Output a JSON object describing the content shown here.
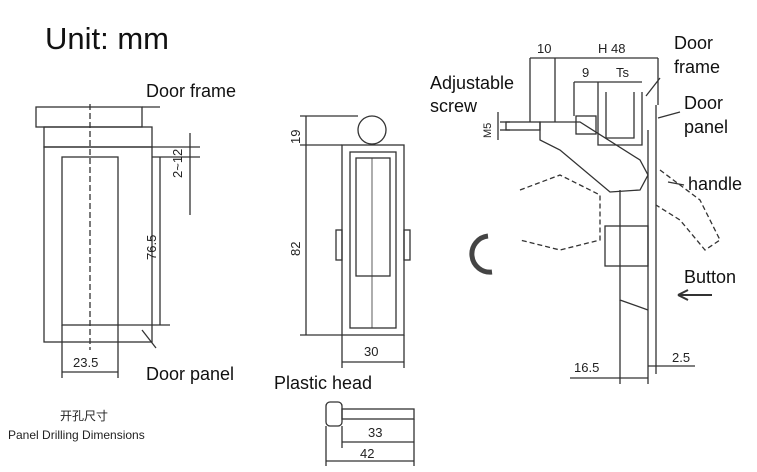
{
  "title": "Unit: mm",
  "labels": {
    "door_frame_left": "Door frame",
    "door_panel_left": "Door panel",
    "plastic_head": "Plastic head",
    "adjustable_screw": "Adjustable\nscrew",
    "door_frame_right_1": "Door",
    "door_frame_right_2": "frame",
    "door_panel_right_1": "Door",
    "door_panel_right_2": "panel",
    "handle": "handle",
    "button": "Button"
  },
  "drilling": {
    "chinese": "开孔尺寸",
    "english": "Panel Drilling Dimensions"
  },
  "dimensions": {
    "d_2_12": "2~12",
    "d_76_5": "76.5",
    "d_23_5": "23.5",
    "d_19": "19",
    "d_82": "82",
    "d_30": "30",
    "d_33": "33",
    "d_42": "42",
    "d_10": "10",
    "d_h48": "H 48",
    "d_9": "9",
    "d_ts": "Ts",
    "d_m5": "M5",
    "d_16_5": "16.5",
    "d_2_5": "2.5"
  }
}
